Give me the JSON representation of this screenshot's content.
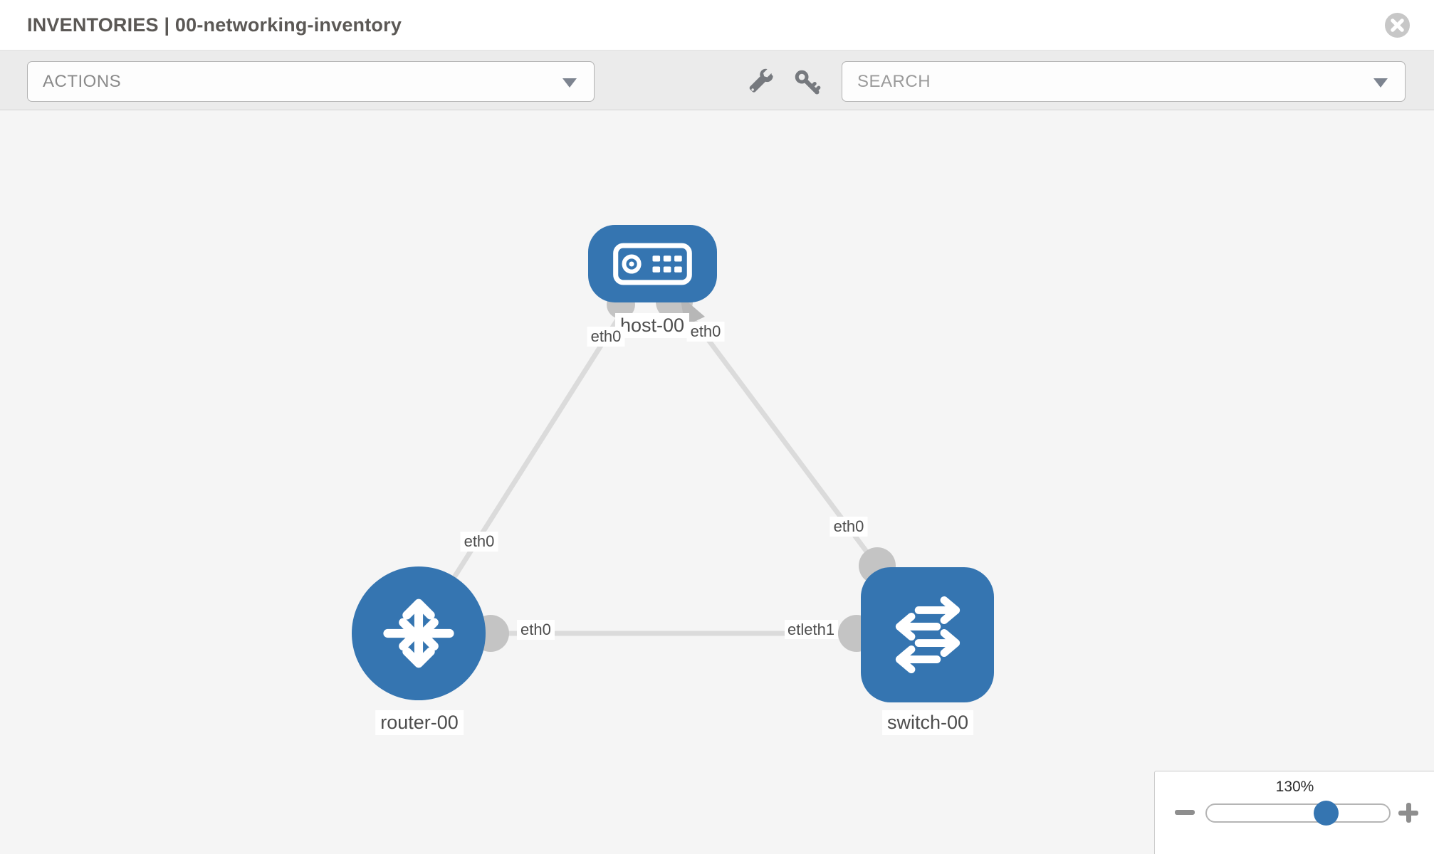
{
  "header": {
    "title": "INVENTORIES | 00-networking-inventory"
  },
  "toolbar": {
    "actions_label": "ACTIONS",
    "search_placeholder": "SEARCH",
    "icons": [
      "wrench",
      "key"
    ]
  },
  "topology": {
    "nodes": [
      {
        "label": "host-00",
        "type": "host"
      },
      {
        "label": "router-00",
        "type": "router"
      },
      {
        "label": "switch-00",
        "type": "switch"
      }
    ],
    "links": [
      {
        "ends": [
          "host-00",
          "router-00"
        ],
        "labels": [
          "eth0",
          "eth0"
        ]
      },
      {
        "ends": [
          "host-00",
          "switch-00"
        ],
        "labels": [
          "eth0",
          "eth0"
        ]
      },
      {
        "ends": [
          "router-00",
          "switch-00"
        ],
        "labels": [
          "eth0",
          "eth1"
        ],
        "overlap_fragment": "etl"
      }
    ]
  },
  "zoom_control": {
    "value": "130%"
  },
  "colors": {
    "node_blue": "#3575b1",
    "link_gray": "#dbdbdb",
    "connector_gray": "#c4c4c4",
    "toolbar_bg": "#ebebeb",
    "canvas_bg": "#f5f5f5"
  }
}
